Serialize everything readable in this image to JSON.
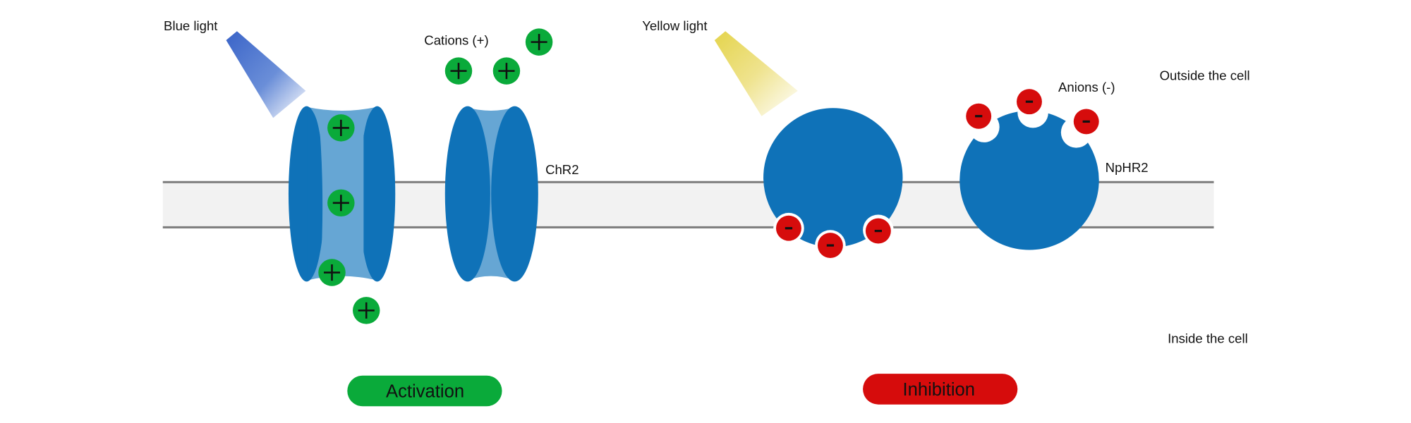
{
  "title": "Optogenetics: ChR2 activation and NpHR2 inhibition",
  "labels": {
    "blue_light": "Blue light",
    "cations": "Cations (+)",
    "chr2": "ChR2",
    "yellow_light": "Yellow light",
    "anions": "Anions (-)",
    "nphr2": "NpHR2",
    "outside": "Outside the cell",
    "inside": "Inside the cell"
  },
  "buttons": {
    "activation": "Activation",
    "inhibition": "Inhibition"
  },
  "ions": {
    "cation_symbol": "+",
    "anion_symbol": "-"
  },
  "colors": {
    "protein": "#0f72b8",
    "channel_pore": "#66a6d4",
    "cation": "#0aaa3a",
    "anion": "#d60c0c",
    "membrane_fill": "#f2f2f2",
    "membrane_line": "#808080",
    "blue_light": "#4a70cc",
    "yellow_light": "#e8d860"
  }
}
